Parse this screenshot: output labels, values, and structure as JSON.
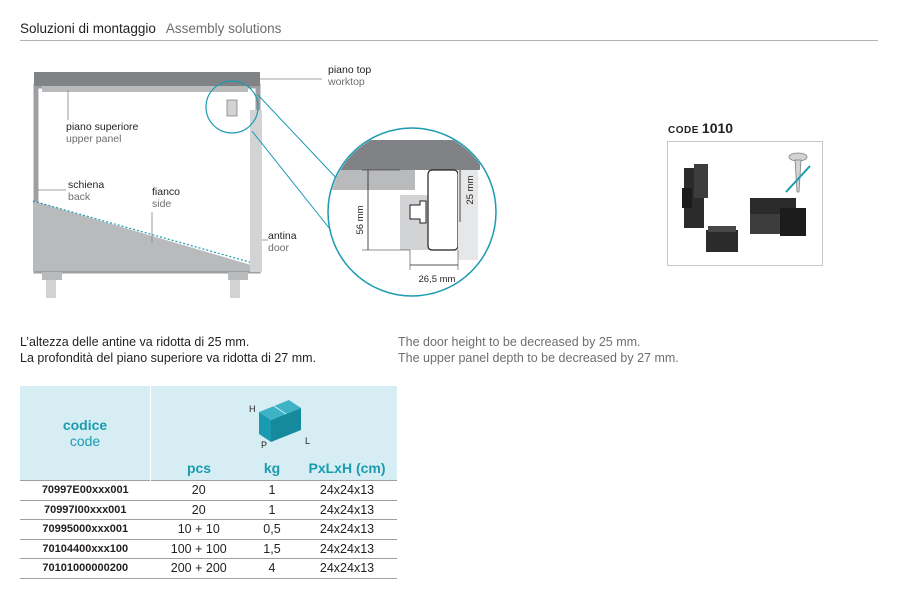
{
  "header": {
    "title_it": "Soluzioni di montaggio",
    "title_en": "Assembly solutions"
  },
  "diagram": {
    "labels": {
      "worktop_it": "piano top",
      "worktop_en": "worktop",
      "upper_it": "piano superiore",
      "upper_en": "upper panel",
      "back_it": "schiena",
      "back_en": "back",
      "side_it": "fianco",
      "side_en": "side",
      "door_it": "antina",
      "door_en": "door"
    },
    "dims": {
      "d56": "56 mm",
      "d25": "25 mm",
      "d265": "26,5 mm"
    }
  },
  "product": {
    "code_prefix": "CODE",
    "code": "1010"
  },
  "notes": {
    "it_line1": "L’altezza delle antine va ridotta di 25 mm.",
    "it_line2": "La profondità del piano superiore va ridotta di 27 mm.",
    "en_line1": "The door height to be decreased by 25 mm.",
    "en_line2": "The upper panel depth to be decreased by 27 mm."
  },
  "table": {
    "code_label_it": "codice",
    "code_label_en": "code",
    "box_letters": {
      "h": "H",
      "p": "P",
      "l": "L"
    },
    "colors": {
      "header_bg": "#d6eef3",
      "accent": "#1b9bb0"
    },
    "columns": [
      "pcs",
      "kg",
      "PxLxH (cm)"
    ],
    "rows": [
      {
        "code": "70997E00xxx001",
        "pcs": "20",
        "kg": "1",
        "dim": "24x24x13"
      },
      {
        "code": "70997I00xxx001",
        "pcs": "20",
        "kg": "1",
        "dim": "24x24x13"
      },
      {
        "code": "70995000xxx001",
        "pcs": "10 + 10",
        "kg": "0,5",
        "dim": "24x24x13"
      },
      {
        "code": "70104400xxx100",
        "pcs": "100 + 100",
        "kg": "1,5",
        "dim": "24x24x13"
      },
      {
        "code": "70101000000200",
        "pcs": "200 + 200",
        "kg": "4",
        "dim": "24x24x13"
      }
    ]
  }
}
